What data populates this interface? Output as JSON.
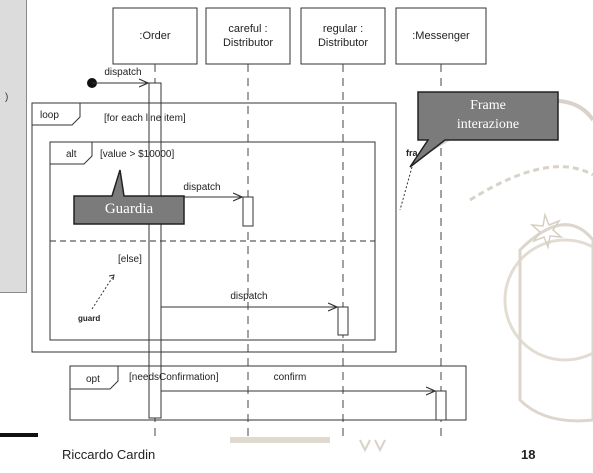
{
  "side_panel": {
    "mark": ")"
  },
  "lifelines": [
    {
      "id": "order",
      "line1": ":Order",
      "line2": ""
    },
    {
      "id": "careful",
      "line1": "careful :",
      "line2": "Distributor"
    },
    {
      "id": "regular",
      "line1": "regular :",
      "line2": "Distributor"
    },
    {
      "id": "messenger",
      "line1": ":Messenger",
      "line2": ""
    }
  ],
  "messages": {
    "dispatch_found": "dispatch",
    "dispatch_careful": "dispatch",
    "dispatch_regular": "dispatch",
    "confirm": "confirm"
  },
  "frames": {
    "loop": {
      "operator": "loop",
      "guard": "[for each line item]"
    },
    "alt": {
      "operator": "alt",
      "guard": "[value > $10000]",
      "else_guard": "[else]"
    },
    "opt": {
      "operator": "opt",
      "guard": "[needsConfirmation]"
    }
  },
  "annotations": {
    "guard": "guard",
    "frame_partial": "fra"
  },
  "callouts": {
    "guardia": "Guardia",
    "frame_line1": "Frame",
    "frame_line2": "interazione"
  },
  "footer": {
    "author": "Riccardo Cardin",
    "page": "18"
  }
}
